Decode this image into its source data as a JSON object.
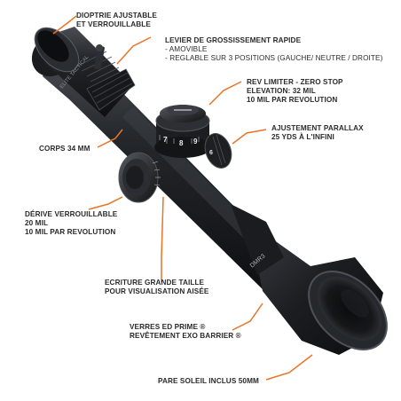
{
  "callouts": {
    "diopter": {
      "lines": [
        "DIOPTRIE AJUSTABLE",
        "ET VERROUILLABLE"
      ]
    },
    "magnification": {
      "lines": [
        "LEVIER DE GROSSISSEMENT RAPIDE",
        "- AMOVIBLE",
        "- REGLABLE SUR 3 POSITIONS (GAUCHE/ NEUTRE / DROITE)"
      ]
    },
    "elevation": {
      "lines": [
        "REV LIMITER - ZERO STOP",
        "ELEVATION: 32 MIL",
        "10 MIL PAR REVOLUTION"
      ]
    },
    "parallax": {
      "lines": [
        "AJUSTEMENT PARALLAX",
        "25 YDS À L'INFINI"
      ]
    },
    "body": {
      "lines": [
        "CORPS 34 MM"
      ]
    },
    "windage": {
      "lines": [
        "DÉRIVE VERROUILLABLE",
        "20 MIL",
        "10 MIL PAR REVOLUTION"
      ]
    },
    "markings": {
      "lines": [
        "ECRITURE GRANDE TAILLE",
        "POUR VISUALISATION AISÉE"
      ]
    },
    "glass": {
      "lines": [
        "VERRES ED PRIME ®",
        "REVÊTEMENT EXO BARRIER ®"
      ]
    },
    "sunshade": {
      "lines": [
        "PARE SOLEIL INCLUS 50MM"
      ]
    }
  },
  "scope_markings": {
    "eyepiece_text": "ELITE TACTICAL",
    "objective_text": "DMR3",
    "turret_numbers": [
      "7",
      "8",
      "9",
      "6"
    ]
  },
  "colors": {
    "leader_line": "#e8742a",
    "text": "#2b2b2b",
    "scope_body": "#1c1e21"
  }
}
